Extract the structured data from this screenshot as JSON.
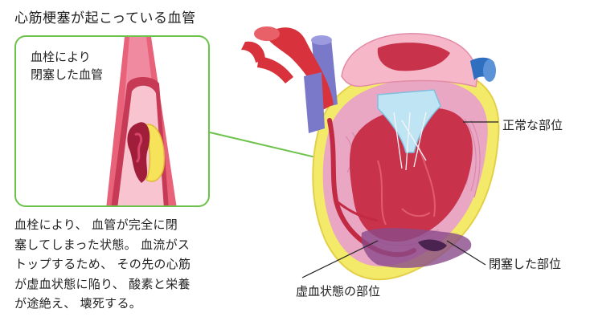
{
  "title": "心筋梗塞が起こっている血管",
  "inset": {
    "caption_lines": [
      "血栓により",
      "閉塞した血管"
    ]
  },
  "description_lines": [
    "血栓により、 血管が完全に閉",
    "塞してしまった状態。 血流がス",
    "トップするため、 その先の心筋",
    "が虚血状態に陥り、 酸素と栄養",
    "が途絶え、 壊死する。"
  ],
  "labels": {
    "normal": "正常な部位",
    "blocked": "閉塞した部位",
    "ischemic": "虚血状態の部位"
  },
  "colors": {
    "accent_green": "#6cc24a",
    "aorta_red": "#d8323c",
    "vein_purple": "#7a78c8",
    "vein_blue": "#2f6fc0",
    "fat_yellow": "#f4ea6a",
    "muscle_pink": "#e9a7c4",
    "chamber_red": "#c8324a",
    "ischemic_purple": "#8a4a8a"
  }
}
